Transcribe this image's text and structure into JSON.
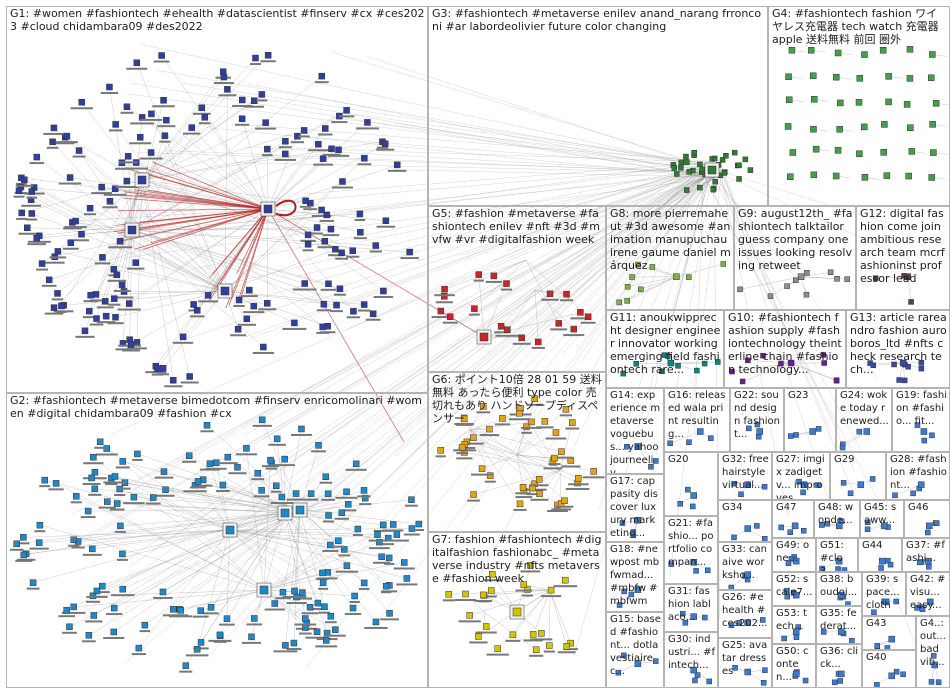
{
  "groups": [
    {
      "id": "G1",
      "label": "G1: #women #fashiontech #ehealth #datascientist #finserv #cx #ces2023 #cloud chidambara09 #des2022"
    },
    {
      "id": "G2",
      "label": "G2: #fashiontech #metaverse bimedotcom #finserv enricomolinari #women #digital chidambara09 #fashion #cx"
    },
    {
      "id": "G3",
      "label": "G3: #fashiontech #metaverse enilev anand_narang frronconi #ar labordeolivier future color changing"
    },
    {
      "id": "G4",
      "label": "G4: #fashiontech fashion ワイヤレス充電器 tech watch 充電器 apple 送料無料 前回 圏外"
    },
    {
      "id": "G5",
      "label": "G5: #fashion #metaverse #fashiontech enilev #nft #3d #mvfw #vr #digitalfashion week"
    },
    {
      "id": "G6",
      "label": "G6: ポイント10倍 28 01 59 送料無料 あったら便利 type color 売切れもあり ハンドソープディスペンサー"
    },
    {
      "id": "G7",
      "label": "G7: fashion #fashiontech #digitalfashion fashionabc_ #metaverse industry #nfts metaverse #fashion week"
    },
    {
      "id": "G8",
      "label": "G8: more pierremaheut #3d awesome #animation manupuchau irene gaume daniel márquez"
    },
    {
      "id": "G9",
      "label": "G9: august12th_ #fashiontech talktailor guess company one issues looking resolving retweet"
    },
    {
      "id": "G10",
      "label": "G10: #fashiontech fashion supply #fashiontechnology theinterline chain #fashion technology..."
    },
    {
      "id": "G11",
      "label": "G11: anoukwipprecht designer engineer innovator working emerging field fashiontech rare..."
    },
    {
      "id": "G12",
      "label": "G12: digital fashion come join ambitious research team mcrfashioninst professor lead"
    },
    {
      "id": "G13",
      "label": "G13: article rareandro fashion auroboros_ltd #nfts check research tech..."
    },
    {
      "id": "G14",
      "label": "G14: experience metaverse voguebus... yahoo journeeliv..."
    },
    {
      "id": "G15",
      "label": "G15: based #fashiont... dotla vestiairec..."
    },
    {
      "id": "G16",
      "label": "G16: released wala print resulting..."
    },
    {
      "id": "G17",
      "label": "G17: cappasity discover luxury marketing..."
    },
    {
      "id": "G18",
      "label": "G18: #newpost mbfwmad... #mbfw #mbfwma..."
    },
    {
      "id": "G19",
      "label": "G19: fashion #fashio... fit..."
    },
    {
      "id": "G20",
      "label": "G20"
    },
    {
      "id": "G21",
      "label": "G21: #fashio... portfolio compan..."
    },
    {
      "id": "G22",
      "label": "G22: sound design fashiont..."
    },
    {
      "id": "G23",
      "label": "G23"
    },
    {
      "id": "G24",
      "label": "G24: woke today renewed..."
    },
    {
      "id": "G25",
      "label": "G25: avatar dresses"
    },
    {
      "id": "G26",
      "label": "G26: #ehealth #ces202..."
    },
    {
      "id": "G27",
      "label": "G27: imgix zadigetv... improves..."
    },
    {
      "id": "G28",
      "label": "G28: #fashion #fashiont..."
    },
    {
      "id": "G29",
      "label": "G29"
    },
    {
      "id": "G30",
      "label": "G30: industri... #fintech..."
    },
    {
      "id": "G31",
      "label": "G31: fashion lablaco..."
    },
    {
      "id": "G32",
      "label": "G32: free hairstyle virtual..."
    },
    {
      "id": "G33",
      "label": "G33: canaive worksho..."
    },
    {
      "id": "G34",
      "label": "G34"
    },
    {
      "id": "G35",
      "label": "G35: federat..."
    },
    {
      "id": "G36",
      "label": "G36: click..."
    },
    {
      "id": "G37",
      "label": "G37: #fashi..."
    },
    {
      "id": "G38",
      "label": "G38: boudoi..."
    },
    {
      "id": "G39",
      "label": "G39: space... clothe..."
    },
    {
      "id": "G40",
      "label": "G40"
    },
    {
      "id": "G41",
      "label": "G4..: out... bad vib..."
    },
    {
      "id": "G42",
      "label": "G42: #visu... easy..."
    },
    {
      "id": "G43",
      "label": "G43"
    },
    {
      "id": "G44",
      "label": "G44"
    },
    {
      "id": "G45",
      "label": "G45: saww..."
    },
    {
      "id": "G46",
      "label": "G46"
    },
    {
      "id": "G47",
      "label": "G47"
    },
    {
      "id": "G48",
      "label": "G48: wonde..."
    },
    {
      "id": "G49",
      "label": "G49: one..."
    },
    {
      "id": "G50",
      "label": "G50: conten..."
    },
    {
      "id": "G51",
      "label": "G51: #clo3..."
    },
    {
      "id": "G52",
      "label": "G52: scale7..."
    },
    {
      "id": "G53",
      "label": "G53: tech..."
    }
  ],
  "colors": {
    "G1": "#303f9f",
    "G2": "#1e88c8",
    "G3": "#2e7d32",
    "G4": "#43a047",
    "G5": "#c62828",
    "G6": "#e3a21a",
    "G7": "#d4c400",
    "G8": "#7cb342",
    "G9": "#8e8e8e",
    "G10": "#6a1b9a",
    "G11": "#00897b",
    "G12": "#5d4037",
    "G13": "#3949ab",
    "small": "#3a7bd5",
    "edge": "#8a8a8a",
    "hub_edge": "#b71c1c"
  },
  "icons": {
    "node": "square-avatar-icon",
    "hub": "profile-photo-icon",
    "self_loop": "self-loop-icon"
  }
}
